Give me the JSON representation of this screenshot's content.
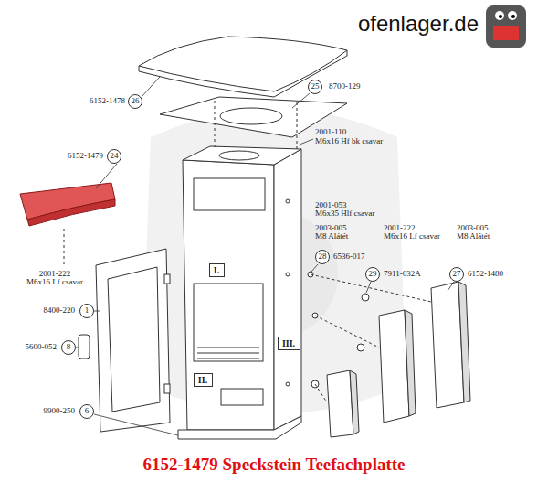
{
  "diagram": {
    "title": "ofenlager.de",
    "caption": "6152-1479 Speckstein Teefachplatte",
    "nodes": [
      {
        "text": [
          "25"
        ]
      },
      {
        "text": [
          "26"
        ]
      },
      {
        "text": [
          "24"
        ]
      },
      {
        "text": [
          "28"
        ]
      },
      {
        "text": [
          "I."
        ]
      },
      {
        "text": [
          "29"
        ]
      },
      {
        "text": [
          "27"
        ]
      },
      {
        "text": [
          "1"
        ]
      },
      {
        "text": [
          "III."
        ]
      },
      {
        "text": [
          "8"
        ]
      },
      {
        "text": [
          "II."
        ]
      },
      {
        "text": [
          "6"
        ]
      }
    ],
    "labels": [
      "8700-129",
      "6152-1478",
      "6152-1479",
      "2001-110",
      "M6x16 Hf bk csavar",
      "2001-053",
      "M6x35 Hlf csavar",
      "2003-005",
      "M8 Alátét",
      "2001-222",
      "M6x16 Lf csavar",
      "2003-005",
      "M8 Alátét",
      "6536-017",
      "7911-632A",
      "6152-1480",
      "2001-222",
      "M6x16 Lf csavar",
      "8400-220",
      "5600-052",
      "9900-250"
    ]
  }
}
